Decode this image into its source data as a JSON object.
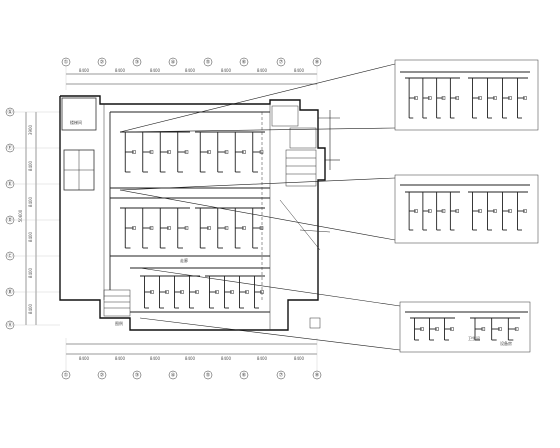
{
  "drawing": {
    "top_axes": [
      "①",
      "②",
      "③",
      "④",
      "⑤",
      "⑥",
      "⑦",
      "⑧"
    ],
    "bottom_axes": [
      "①",
      "②",
      "③",
      "④",
      "⑤",
      "⑥",
      "⑦",
      "⑧"
    ],
    "left_axes": [
      "Ⓖ",
      "Ⓕ",
      "Ⓔ",
      "Ⓓ",
      "Ⓒ",
      "Ⓑ",
      "Ⓐ"
    ],
    "top_dims": [
      "8400",
      "8400",
      "8400",
      "8400",
      "8400",
      "8400",
      "8400"
    ],
    "bottom_dims": [
      "8400",
      "8400",
      "8400",
      "8400",
      "8400",
      "8400",
      "8400"
    ],
    "left_dims": [
      "3900",
      "8400",
      "8400",
      "8400",
      "8400",
      "8400"
    ],
    "left_total": "50600",
    "room_labels": {
      "stair": "楼梯间",
      "corridor": "走廊",
      "label_b": "卫生间",
      "label_c": "设备房",
      "label_d": "走廊",
      "note": "图例"
    }
  },
  "colors": {
    "line": "#222222",
    "wall": "#111111",
    "background": "#ffffff"
  }
}
